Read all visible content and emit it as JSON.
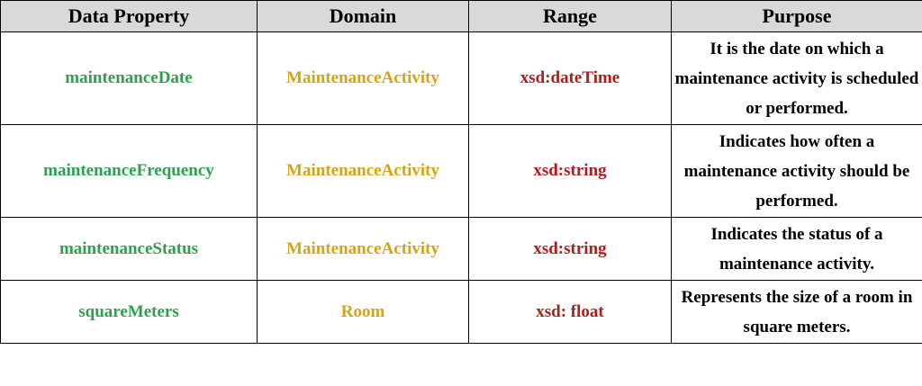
{
  "headers": {
    "property": "Data Property",
    "domain": "Domain",
    "range": "Range",
    "purpose": "Purpose"
  },
  "rows": [
    {
      "property": "maintenanceDate",
      "domain": "MaintenanceActivity",
      "range": "xsd:dateTime",
      "purpose": "It is the date on which a maintenance activity is scheduled or performed."
    },
    {
      "property": "maintenanceFrequency",
      "domain": "MaintenanceActivity",
      "range": "xsd:string",
      "purpose": "Indicates how often a maintenance activity should be performed."
    },
    {
      "property": "maintenanceStatus",
      "domain": "MaintenanceActivity",
      "range": "xsd:string",
      "purpose": "Indicates the status of a maintenance activity."
    },
    {
      "property": "squareMeters",
      "domain": "Room",
      "range": "xsd: float",
      "purpose": "Represents the size of a room in square meters."
    }
  ],
  "colors": {
    "property": "#2e9e4f",
    "domain": "#d4a512",
    "range": "#b01c1c",
    "header_bg": "#d9d9d9"
  }
}
